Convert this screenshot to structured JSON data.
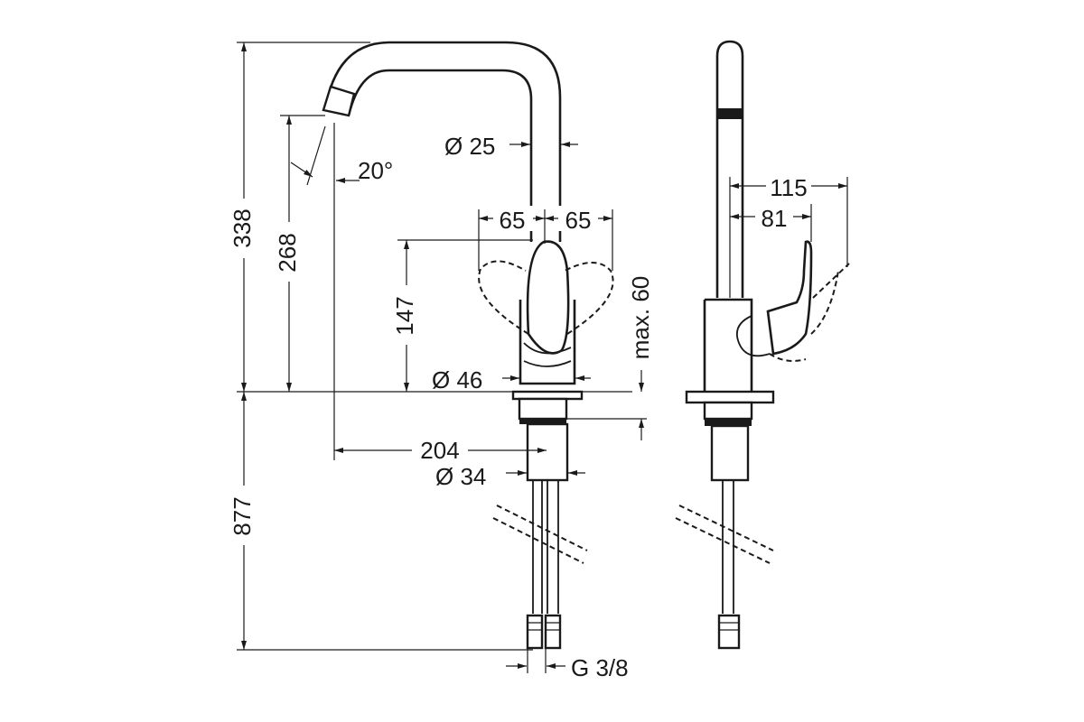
{
  "dimensions": {
    "total_height": "338",
    "spout_height": "268",
    "lever_height": "147",
    "installation_depth": "877",
    "swivel_angle": "20°",
    "spout_diameter": "Ø 25",
    "lever_swing_left": "65",
    "lever_swing_right": "65",
    "body_diameter": "Ø 46",
    "max_deck_thickness": "max. 60",
    "spout_reach": "204",
    "shank_diameter": "Ø 34",
    "connection_thread": "G 3/8",
    "side_outer_reach": "115",
    "side_handle_reach": "81"
  },
  "colors": {
    "line": "#1a1a1a",
    "background": "#ffffff"
  }
}
